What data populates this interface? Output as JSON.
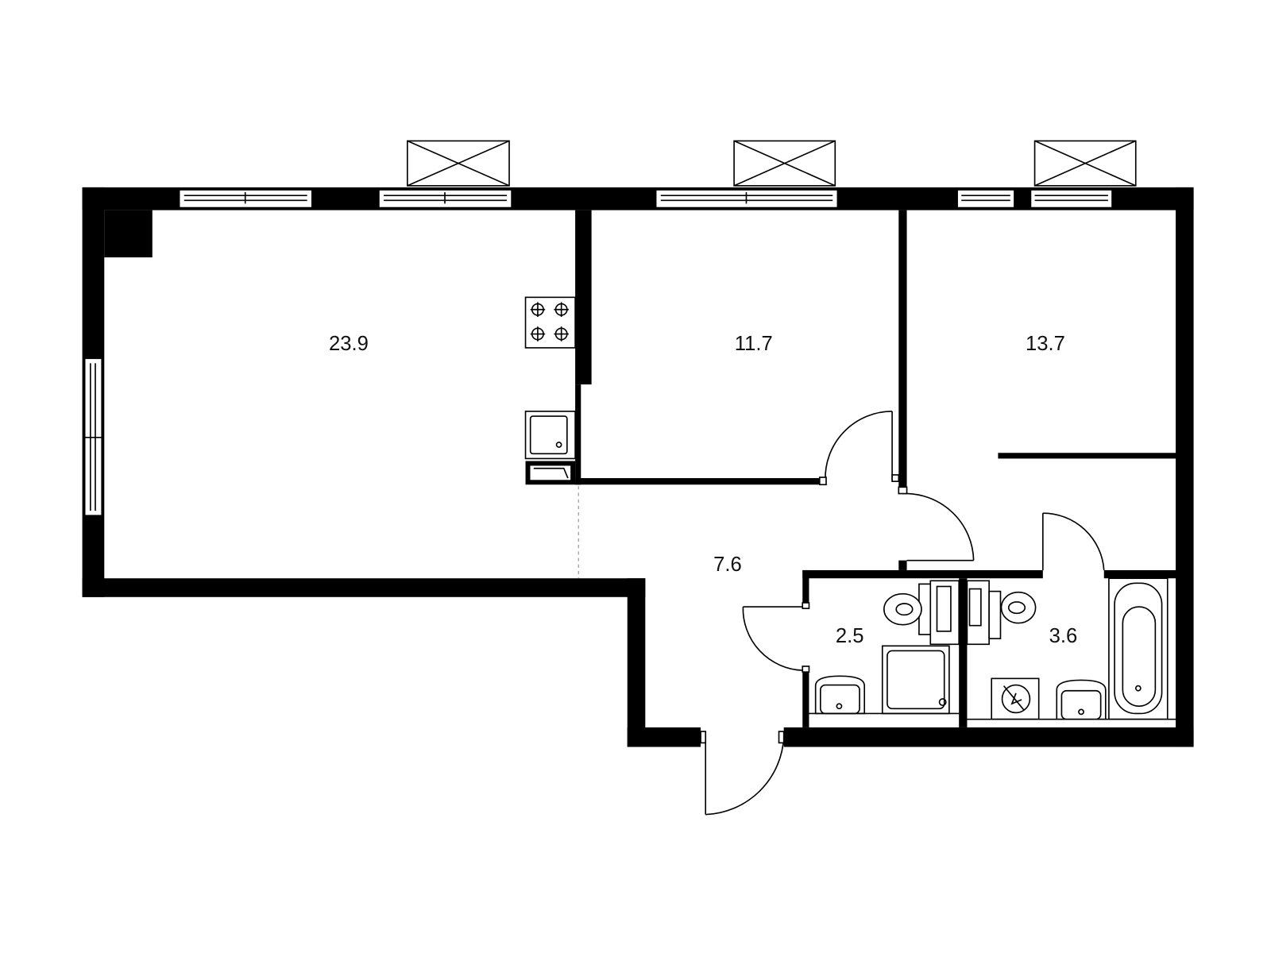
{
  "plan": {
    "colors": {
      "wall": "#000000",
      "background": "#ffffff"
    },
    "rooms": [
      {
        "id": "living-kitchen",
        "area": "23.9"
      },
      {
        "id": "bedroom-1",
        "area": "11.7"
      },
      {
        "id": "bedroom-2",
        "area": "13.7"
      },
      {
        "id": "hallway",
        "area": "7.6"
      },
      {
        "id": "toilet-shower",
        "area": "2.5"
      },
      {
        "id": "bathroom",
        "area": "3.6"
      }
    ]
  }
}
